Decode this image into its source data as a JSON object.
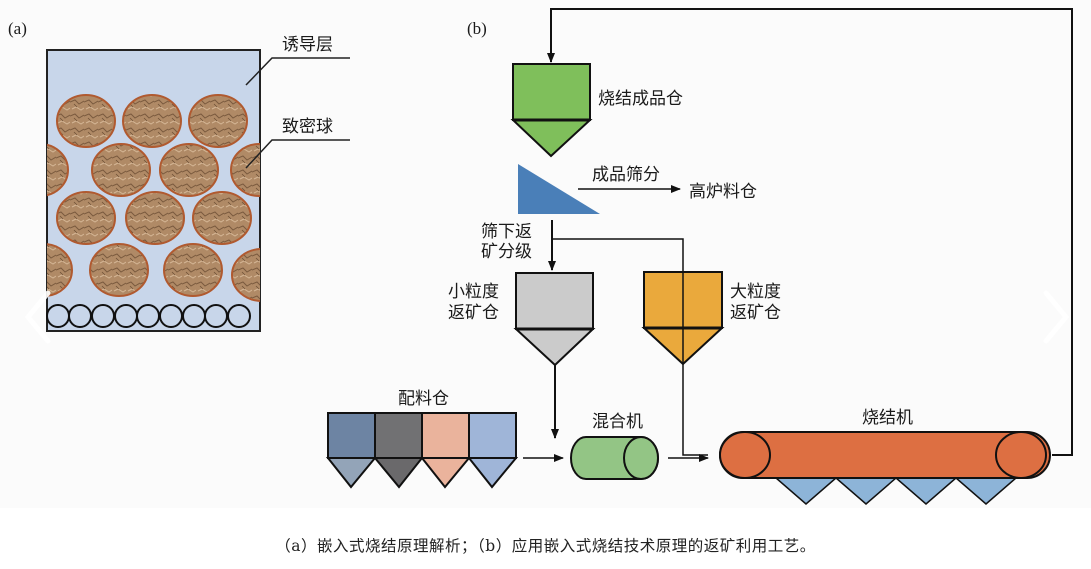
{
  "panel_a": {
    "label": "(a)",
    "annotations": {
      "induction_layer": "诱导层",
      "dense_ball": "致密球"
    },
    "colors": {
      "layer_fill": "#c8d6ea",
      "ball_fill": "#b08560",
      "ball_edge": "#b05a30"
    }
  },
  "panel_b": {
    "label": "(b)",
    "sinter_product_bin": "烧结成品仓",
    "product_screening": "成品筛分",
    "blast_furnace_bin": "高炉料仓",
    "undersize_return_grading_line1": "筛下返",
    "undersize_return_grading_line2": "矿分级",
    "small_bin_line1": "小粒度",
    "small_bin_line2": "返矿仓",
    "large_bin_line1": "大粒度",
    "large_bin_line2": "返矿仓",
    "batching_bin": "配料仓",
    "mixer": "混合机",
    "sintering_machine": "烧结机",
    "colors": {
      "product_bin": "#7fbf5b",
      "screen": "#4a7fb8",
      "small_bin": "#cbcbcb",
      "large_bin": "#eaa93c",
      "batch_bins": [
        "#6d84a3",
        "#717173",
        "#eab39c",
        "#9fb5d8"
      ],
      "batch_hoppers": [
        "#93a4b8",
        "#6a696b",
        "#eab39c",
        "#9fb5d8"
      ],
      "mixer": "#93c585",
      "sinter_machine": "#dd6f42",
      "sinter_hoppers": "#8db4d8"
    }
  },
  "caption": "（a）嵌入式烧结原理解析；（b）应用嵌入式烧结技术原理的返矿利用工艺。",
  "navigation": {
    "prev_icon": "chevron-left-icon",
    "next_icon": "chevron-right-icon"
  }
}
